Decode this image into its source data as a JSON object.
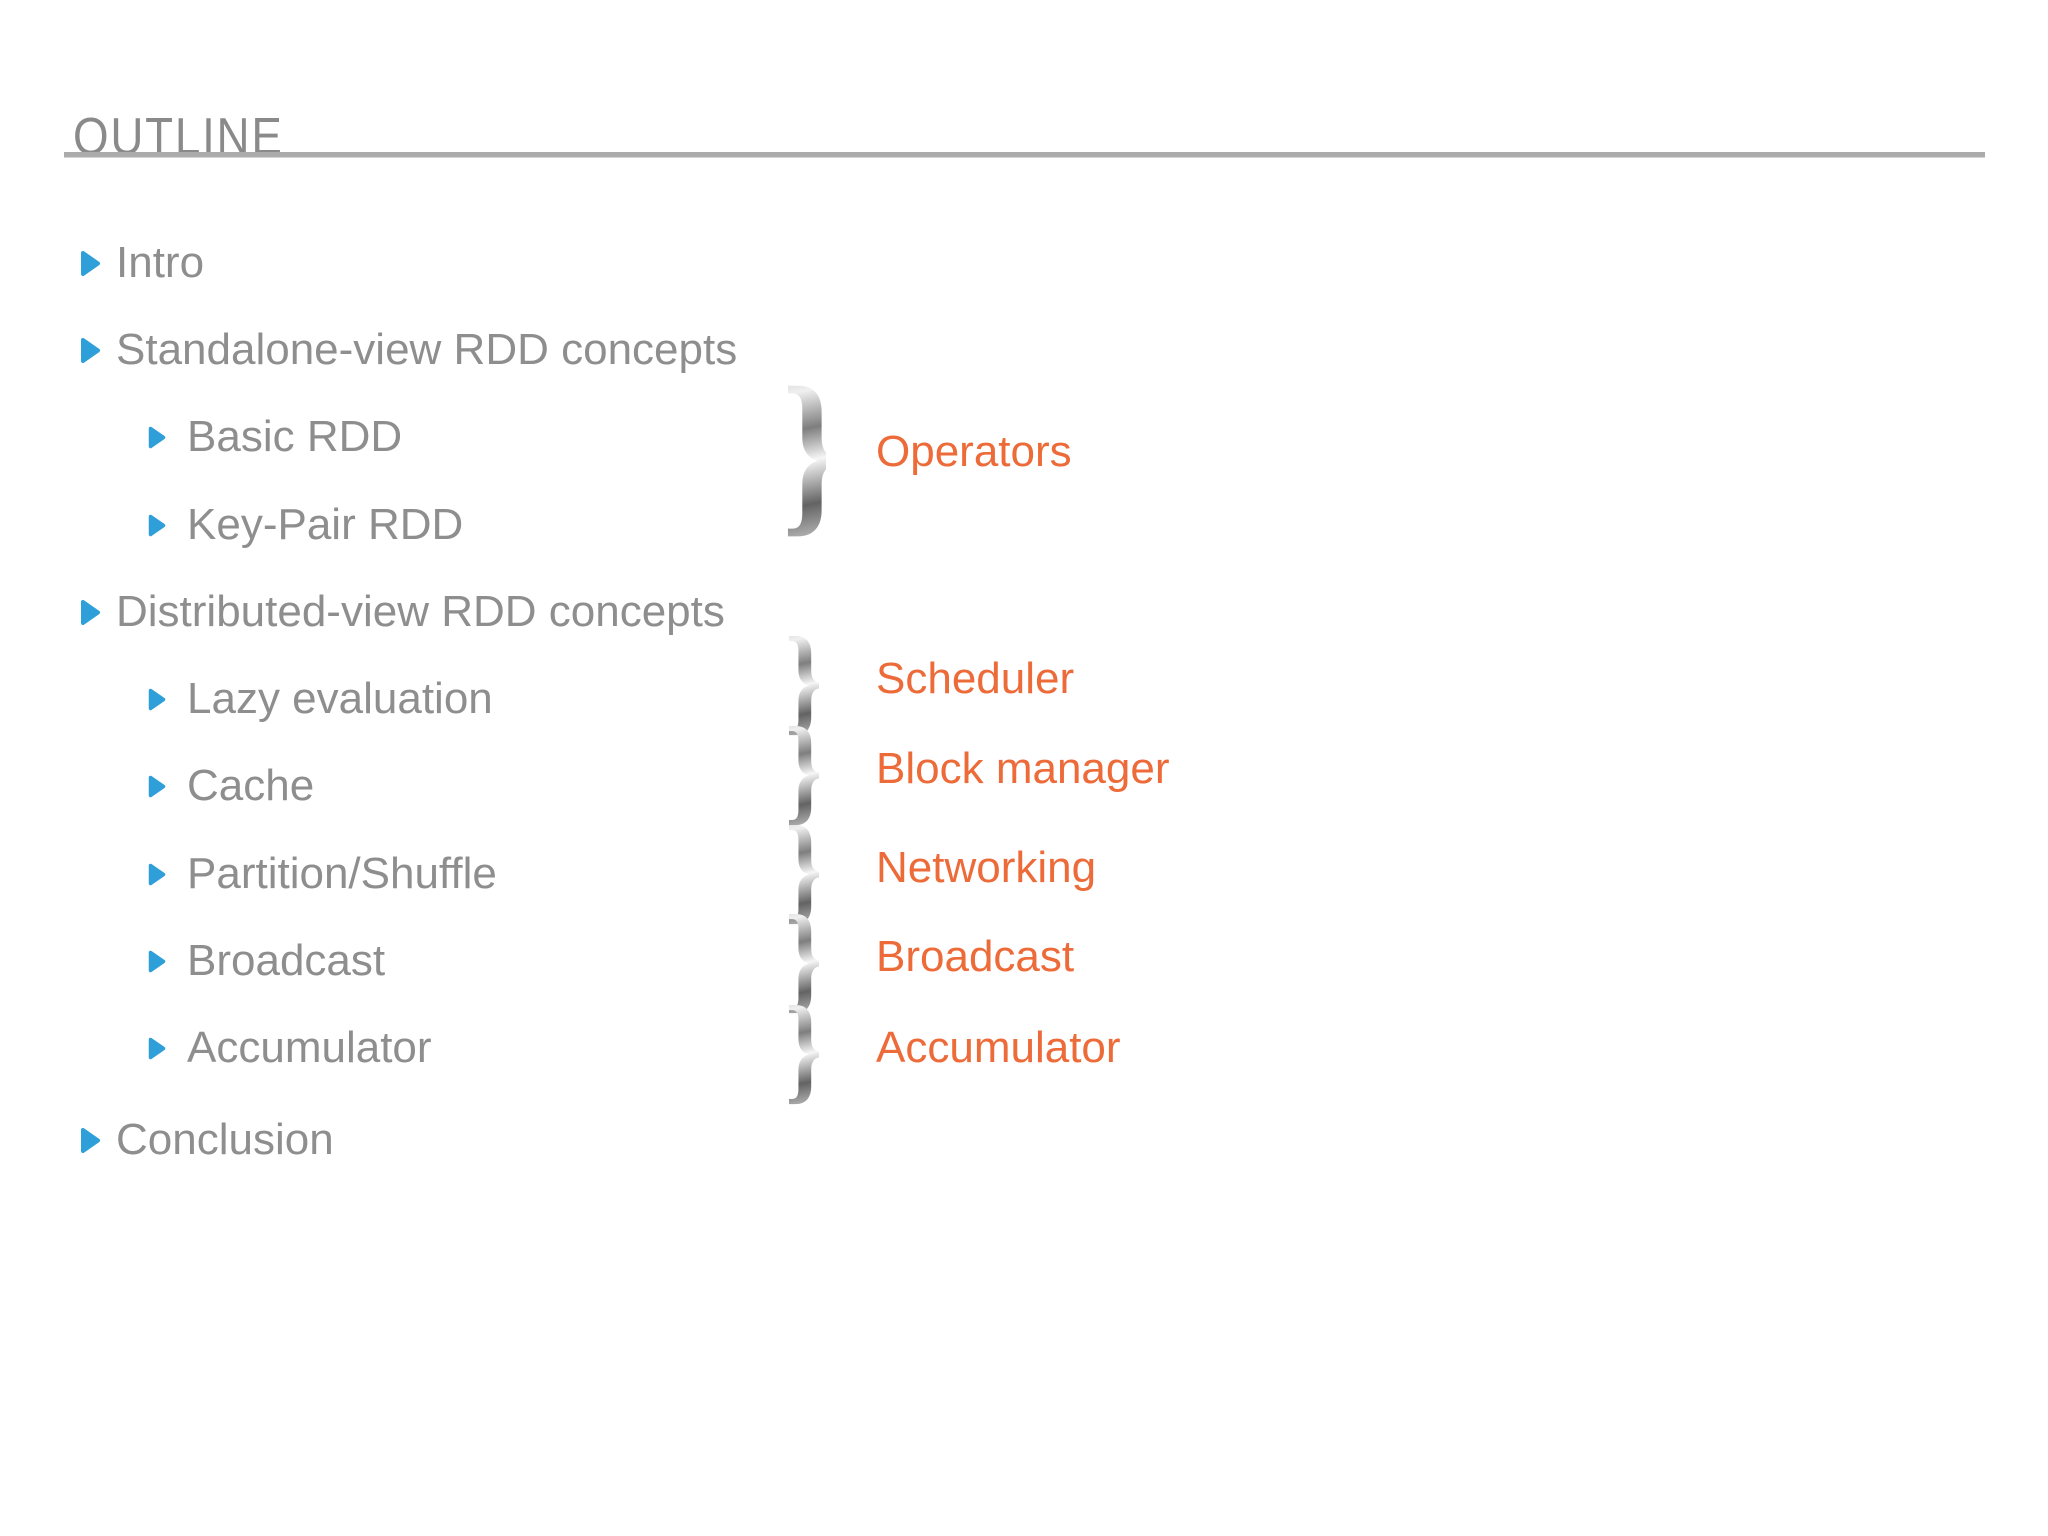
{
  "slide": {
    "title": "OUTLINE",
    "outline_items": [
      {
        "label": "Intro",
        "level": 1
      },
      {
        "label": "Standalone-view RDD concepts",
        "level": 1
      },
      {
        "label": "Basic RDD",
        "level": 2
      },
      {
        "label": "Key-Pair RDD",
        "level": 2
      },
      {
        "label": "Distributed-view RDD concepts",
        "level": 1
      },
      {
        "label": "Lazy evaluation",
        "level": 2
      },
      {
        "label": "Cache",
        "level": 2
      },
      {
        "label": "Partition/Shuffle",
        "level": 2
      },
      {
        "label": "Broadcast",
        "level": 2
      },
      {
        "label": "Accumulator",
        "level": 2
      },
      {
        "label": "Conclusion",
        "level": 1
      }
    ],
    "annotations": [
      {
        "label": "Operators",
        "brace_glyph": "}",
        "size": "large"
      },
      {
        "label": "Scheduler",
        "brace_glyph": "}",
        "size": "small"
      },
      {
        "label": "Block manager",
        "brace_glyph": "}",
        "size": "small"
      },
      {
        "label": "Networking",
        "brace_glyph": "}",
        "size": "small"
      },
      {
        "label": "Broadcast",
        "brace_glyph": "}",
        "size": "small"
      },
      {
        "label": "Accumulator",
        "brace_glyph": "}",
        "size": "small"
      }
    ],
    "icons": {
      "bullet": "triangle-right-icon",
      "brace": "curly-brace-icon"
    },
    "colors": {
      "bullet_blue": "#2E9FD8",
      "annotation_orange": "#ED6A39",
      "text_gray": "#8E8E8E",
      "title_gray": "#8A8A8A",
      "rule_gray": "#ABABAB",
      "background": "#FFFFFF"
    }
  }
}
